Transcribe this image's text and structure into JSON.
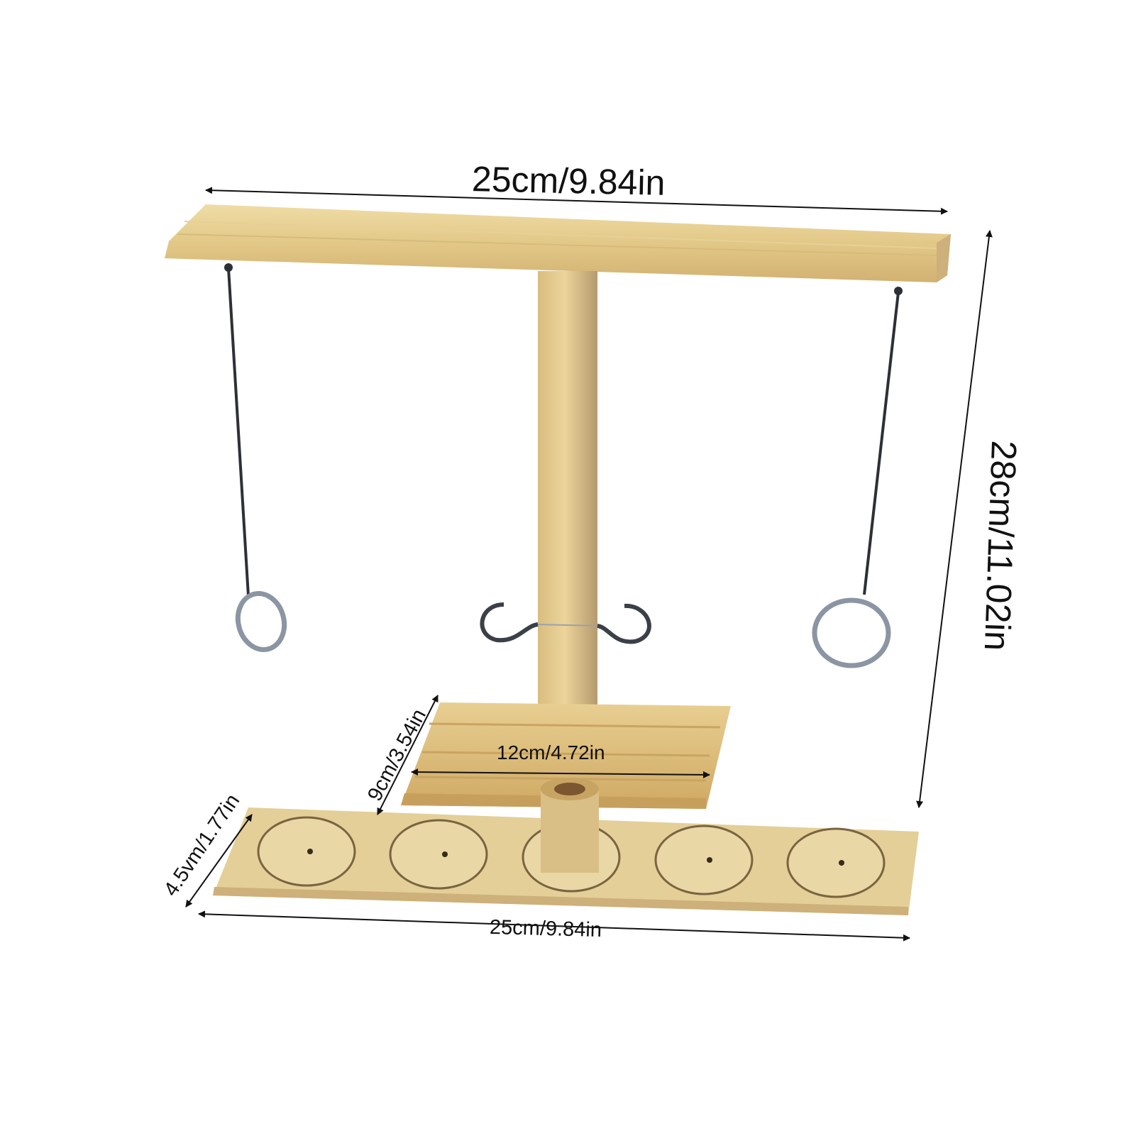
{
  "image": {
    "subject": "Wooden ring toss hook game with T-frame, two hanging rings, double hooks, base and 5-cup tray",
    "colors": {
      "background": "#ffffff",
      "wood_light": "#e9d49a",
      "wood_mid": "#dcbf7c",
      "wood_dark": "#c8a563",
      "metal": "#2d3036",
      "ring": "#8b95a3",
      "text": "#111111"
    }
  },
  "dimensions": {
    "top_bar_width": "25cm/9.84in",
    "total_height": "28cm/11.02in",
    "base_width": "12cm/4.72in",
    "base_depth": "9cm/3.54in",
    "tray_depth": "4.5vm/1.77in",
    "tray_width": "25cm/9.84in"
  }
}
